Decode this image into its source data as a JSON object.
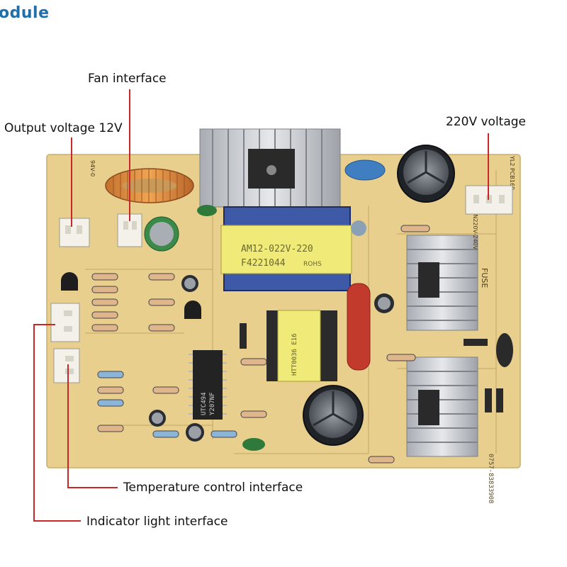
{
  "brand": {
    "text": "odule"
  },
  "callouts": {
    "fan": "Fan interface",
    "output": "Output voltage 12V",
    "mains": "220V voltage",
    "temperature": "Temperature control interface",
    "indicator": "Indicator light interface"
  },
  "board_text": {
    "transformer_line1": "AM12-022V-220",
    "transformer_line2": "F4221044",
    "transformer_rohs": "ROHS",
    "ic_line1": "UTC494",
    "ic_line2": "Y207NF",
    "phone": "0757-83833908",
    "fuse": "FUSE",
    "input": "IN220V-240V",
    "pcb_code": "YL2 PCB160",
    "gnd": "94V-0",
    "small_xfmr": "HTT0036 E16"
  },
  "colors": {
    "board": "#e8cf8e",
    "callout_line": "#c8282a",
    "brand": "#1f6fa8",
    "connector": "#f3f1ea",
    "heatsink": "#c9ccd1"
  }
}
